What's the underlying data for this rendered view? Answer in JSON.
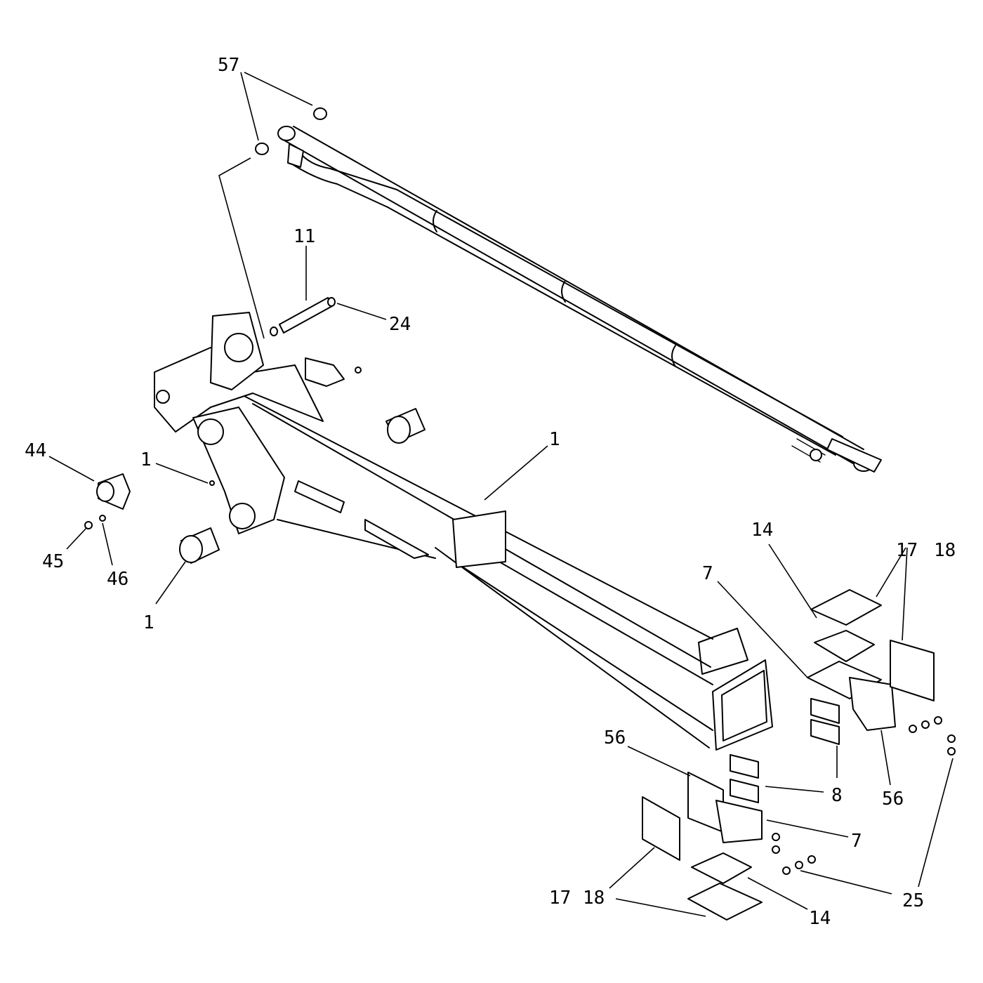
{
  "callouts": {
    "c57": "57",
    "c11": "11",
    "c24": "24",
    "c44": "44",
    "c1a": "1",
    "c1b": "1",
    "c1c": "1",
    "c45": "45",
    "c46": "46",
    "c14a": "14",
    "c17a": "17",
    "c18a": "18",
    "c7a": "7",
    "c8": "8",
    "c56a": "56",
    "c56b": "56",
    "c7b": "7",
    "c25": "25",
    "c17b": "17",
    "c18b": "18",
    "c14b": "14"
  }
}
